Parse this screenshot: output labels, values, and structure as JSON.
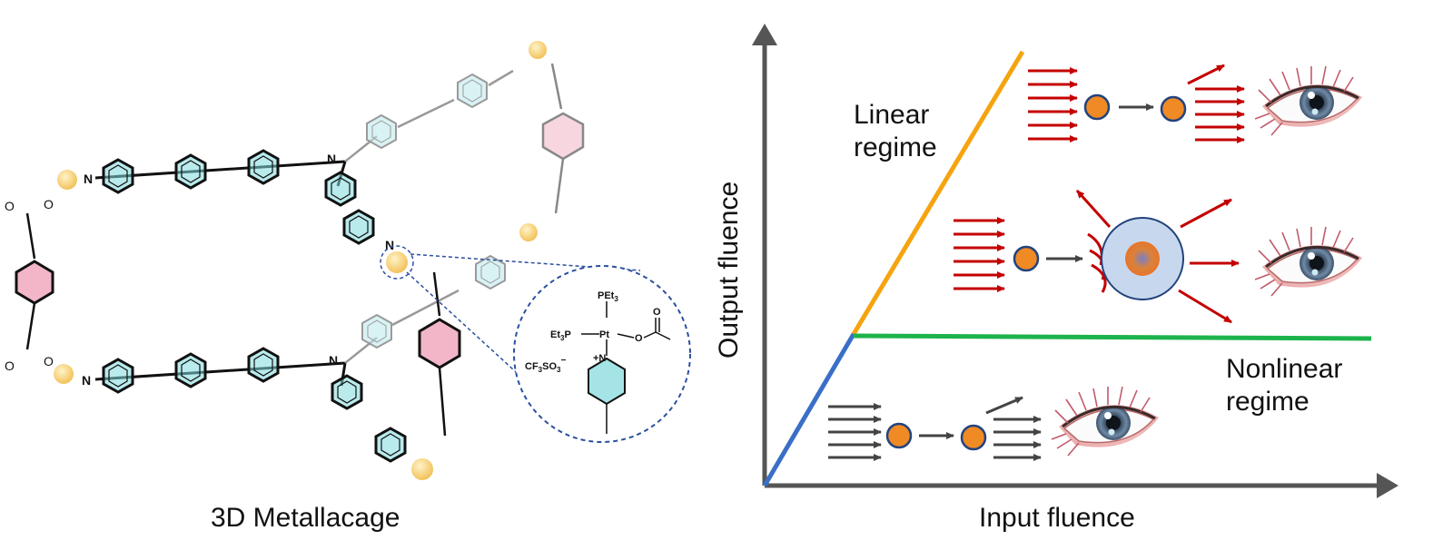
{
  "left_panel": {
    "caption": "3D Metallacage",
    "n_label": "N",
    "complex": {
      "pet3_top": "PEt",
      "pet3_top_sub": "3",
      "et3p": "Et",
      "et3p_sub": "3",
      "et3p_tail": "P",
      "pt": "Pt",
      "o_left": "O",
      "o_right": "O",
      "counterion": "CF",
      "counterion_sub1": "3",
      "counterion_mid": "SO",
      "counterion_sub2": "3",
      "counterion_sup": "−",
      "plus_n": "+N"
    }
  },
  "right_panel": {
    "y_axis_label": "Output fluence",
    "x_axis_label": "Input fluence",
    "linear_label_line1": "Linear",
    "linear_label_line2": "regime",
    "nonlinear_label_line1": "Nonlinear",
    "nonlinear_label_line2": "regime"
  },
  "colors": {
    "axis": "#555555",
    "linear_line": "#f5a40f",
    "clamp_line": "#1db34c",
    "low_line": "#3a6fc7",
    "red_arrow": "#c40000",
    "dark_arrow": "#444444",
    "particle": "#f08a25",
    "particle_edge": "#23437e",
    "cyan_ring": "#7fd8dc",
    "pink_ring": "#f2b6c8",
    "halo": "#c7d8ee",
    "eye_iris": "#4e6a88"
  }
}
